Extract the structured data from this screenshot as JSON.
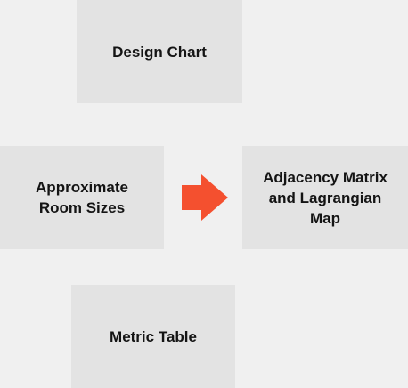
{
  "nodes": {
    "design_chart": "Design Chart",
    "approximate_room_sizes": "Approximate\nRoom Sizes",
    "adjacency_matrix": "Adjacency Matrix\nand Lagrangian\nMap",
    "metric_table": "Metric Table"
  },
  "arrow": {
    "color": "#f4502f",
    "icon": "right-arrow-icon"
  },
  "colors": {
    "background": "#f0f0f0",
    "box": "#e3e3e3",
    "text": "#141414"
  }
}
